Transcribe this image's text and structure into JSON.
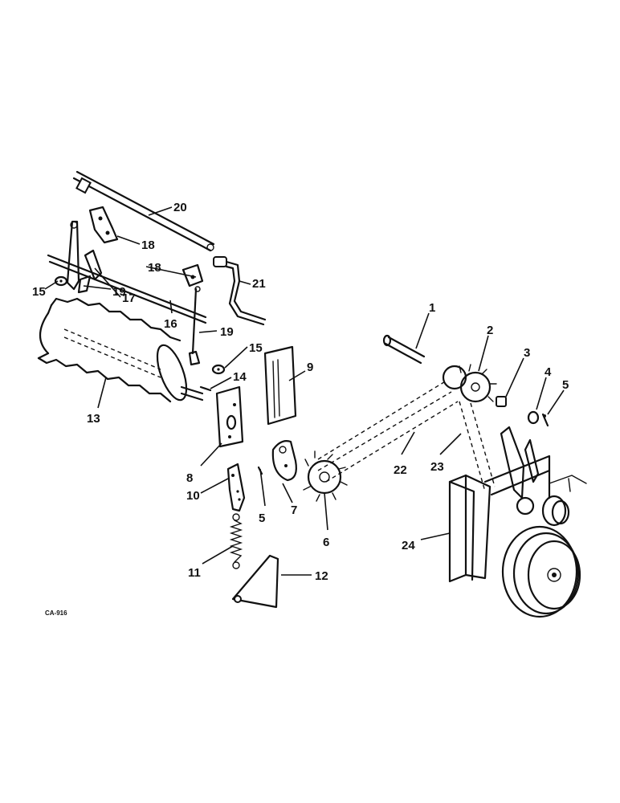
{
  "diagram": {
    "image_code": "CA-916",
    "callouts": [
      {
        "id": "c1",
        "label": "1"
      },
      {
        "id": "c2",
        "label": "2"
      },
      {
        "id": "c3",
        "label": "3"
      },
      {
        "id": "c4",
        "label": "4"
      },
      {
        "id": "c5a",
        "label": "5"
      },
      {
        "id": "c5b",
        "label": "5"
      },
      {
        "id": "c6",
        "label": "6"
      },
      {
        "id": "c7",
        "label": "7"
      },
      {
        "id": "c8",
        "label": "8"
      },
      {
        "id": "c9",
        "label": "9"
      },
      {
        "id": "c10",
        "label": "10"
      },
      {
        "id": "c11",
        "label": "11"
      },
      {
        "id": "c12",
        "label": "12"
      },
      {
        "id": "c13",
        "label": "13"
      },
      {
        "id": "c14",
        "label": "14"
      },
      {
        "id": "c15a",
        "label": "15"
      },
      {
        "id": "c15b",
        "label": "15"
      },
      {
        "id": "c16",
        "label": "16"
      },
      {
        "id": "c17",
        "label": "17"
      },
      {
        "id": "c18a",
        "label": "18"
      },
      {
        "id": "c18b",
        "label": "18"
      },
      {
        "id": "c19a",
        "label": "19"
      },
      {
        "id": "c19b",
        "label": "19"
      },
      {
        "id": "c20",
        "label": "20"
      },
      {
        "id": "c21",
        "label": "21"
      },
      {
        "id": "c22",
        "label": "22"
      },
      {
        "id": "c23",
        "label": "23"
      },
      {
        "id": "c24",
        "label": "24"
      }
    ],
    "colors": {
      "ink": "#111111",
      "paper": "#ffffff"
    }
  }
}
